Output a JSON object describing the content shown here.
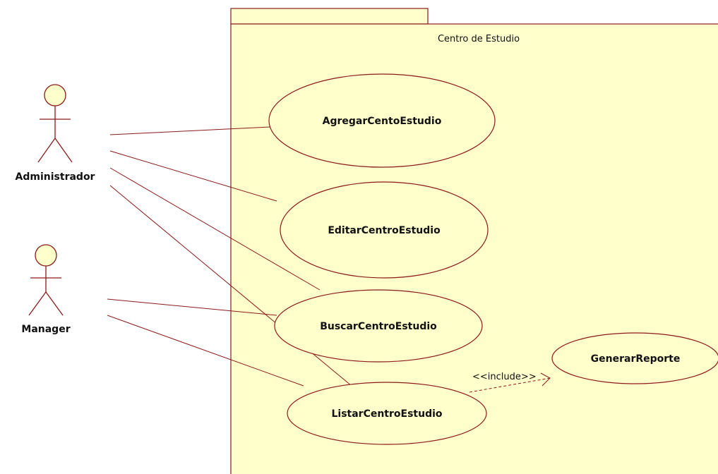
{
  "system": {
    "name": "Centro de Estudio"
  },
  "actors": {
    "admin": {
      "name": "Administrador"
    },
    "manager": {
      "name": "Manager"
    }
  },
  "use_cases": {
    "agregar": {
      "name": "AgregarCentoEstudio"
    },
    "editar": {
      "name": "EditarCentroEstudio"
    },
    "buscar": {
      "name": "BuscarCentroEstudio"
    },
    "listar": {
      "name": "ListarCentroEstudio"
    },
    "generar": {
      "name": "GenerarReporte"
    }
  },
  "relations": {
    "include_label": "<<include>>"
  },
  "colors": {
    "fill": "#ffffcc",
    "stroke": "#8b1a1a"
  }
}
